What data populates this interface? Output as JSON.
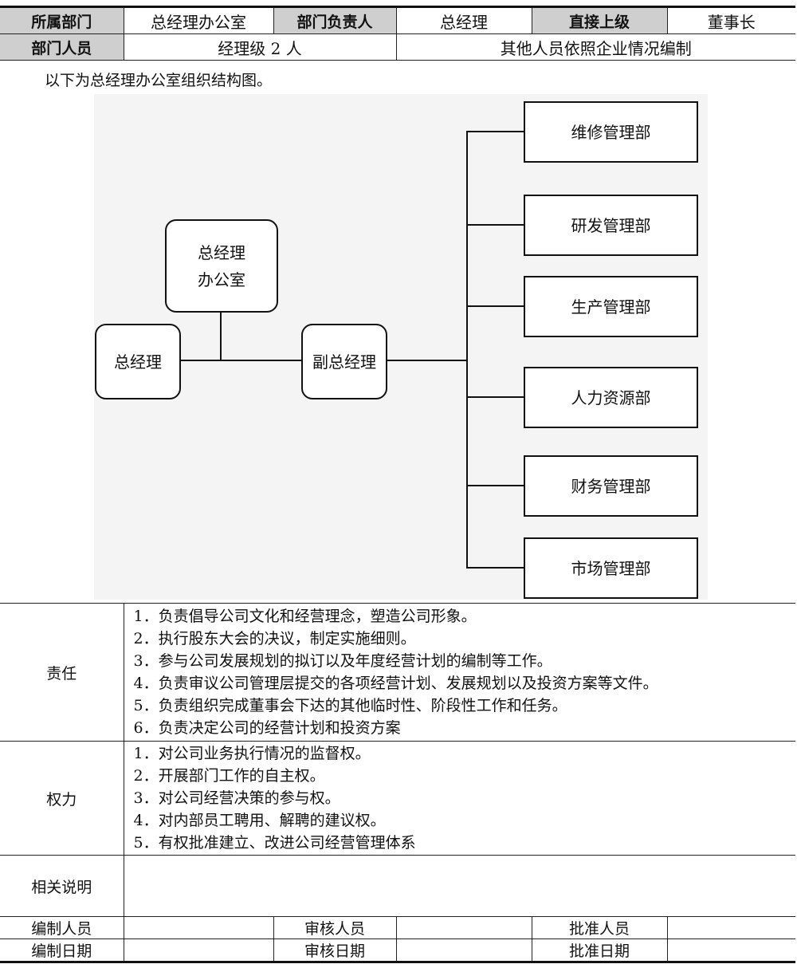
{
  "header": {
    "row1": {
      "dept_label": "所属部门",
      "dept_value": "总经理办公室",
      "head_label": "部门负责人",
      "head_value": "总经理",
      "superior_label": "直接上级",
      "superior_value": "董事长"
    },
    "row2": {
      "staff_label": "部门人员",
      "staff_value": "经理级 2 人",
      "staff_note": "其他人员依照企业情况编制"
    }
  },
  "intro": "以下为总经理办公室组织结构图。",
  "org": {
    "office": [
      "总经理",
      "办公室"
    ],
    "gm": "总经理",
    "deputy": "副总经理",
    "departments": [
      "维修管理部",
      "研发管理部",
      "生产管理部",
      "人力资源部",
      "财务管理部",
      "市场管理部"
    ]
  },
  "responsibility": {
    "label": "责任",
    "items": [
      "1．负责倡导公司文化和经营理念，塑造公司形象。",
      "2．执行股东大会的决议，制定实施细则。",
      "3．参与公司发展规划的拟订以及年度经营计划的编制等工作。",
      "4．负责审议公司管理层提交的各项经营计划、发展规划以及投资方案等文件。",
      "5．负责组织完成董事会下达的其他临时性、阶段性工作和任务。",
      "6．负责决定公司的经营计划和投资方案"
    ]
  },
  "authority": {
    "label": "权力",
    "items": [
      "1．对公司业务执行情况的监督权。",
      "2．开展部门工作的自主权。",
      "3．对公司经营决策的参与权。",
      "4．对内部员工聘用、解聘的建议权。",
      "5．有权批准建立、改进公司经营管理体系"
    ]
  },
  "notes": {
    "label": "相关说明",
    "value": ""
  },
  "footer": {
    "prepared_by": "编制人员",
    "reviewed_by": "审核人员",
    "approved_by": "批准人员",
    "prepared_date": "编制日期",
    "reviewed_date": "审核日期",
    "approved_date": "批准日期"
  }
}
